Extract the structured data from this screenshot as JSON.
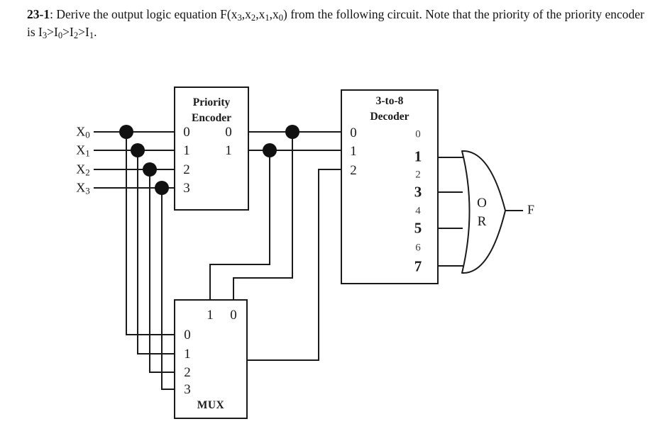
{
  "problem": {
    "number": "23-1",
    "text_before": ": Derive the output logic equation F(x",
    "full_line1": "23-1: Derive the output logic equation F(x3,x2,x1,x0) from the following circuit. Note that the priority of",
    "full_line2": "the priority encoder is I3>I0>I2>I1.",
    "parts": {
      "num": "23-1",
      "seg1": ": Derive the output logic equation F(x",
      "sub1": "3",
      "seg2": ",x",
      "sub2": "2",
      "seg3": ",x",
      "sub3": "1",
      "seg4": ",x",
      "sub4": "0",
      "seg5": ") from the following circuit. Note that the priority of the priority encoder is I",
      "sub5": "3",
      "seg6": ">I",
      "sub6": "0",
      "seg7": ">I",
      "sub7": "2",
      "seg8": ">I",
      "sub8": "1",
      "seg9": "."
    }
  },
  "inputs": [
    {
      "label": "X",
      "sub": "0"
    },
    {
      "label": "X",
      "sub": "1"
    },
    {
      "label": "X",
      "sub": "2"
    },
    {
      "label": "X",
      "sub": "3"
    }
  ],
  "encoder": {
    "title_line1": "Priority",
    "title_line2": "Encoder",
    "input_ports": [
      "0",
      "1",
      "2",
      "3"
    ],
    "output_ports": [
      "0",
      "1"
    ]
  },
  "decoder": {
    "title_line1": "3-to-8",
    "title_line2": "Decoder",
    "input_ports": [
      "0",
      "1",
      "2"
    ],
    "output_ports": [
      {
        "label": "0",
        "active": false
      },
      {
        "label": "1",
        "active": true
      },
      {
        "label": "2",
        "active": false
      },
      {
        "label": "3",
        "active": true
      },
      {
        "label": "4",
        "active": false
      },
      {
        "label": "5",
        "active": true
      },
      {
        "label": "6",
        "active": false
      },
      {
        "label": "7",
        "active": true
      }
    ]
  },
  "mux": {
    "name": "MUX",
    "select_ports": [
      "1",
      "0"
    ],
    "data_ports": [
      "0",
      "1",
      "2",
      "3"
    ]
  },
  "or_gate": {
    "label_line1": "O",
    "label_line2": "R",
    "output_label": "F"
  },
  "colors": {
    "wire": "#1a1a1a",
    "box_border": "#1a1a1a",
    "background": "#ffffff",
    "text": "#1a1a1a"
  }
}
